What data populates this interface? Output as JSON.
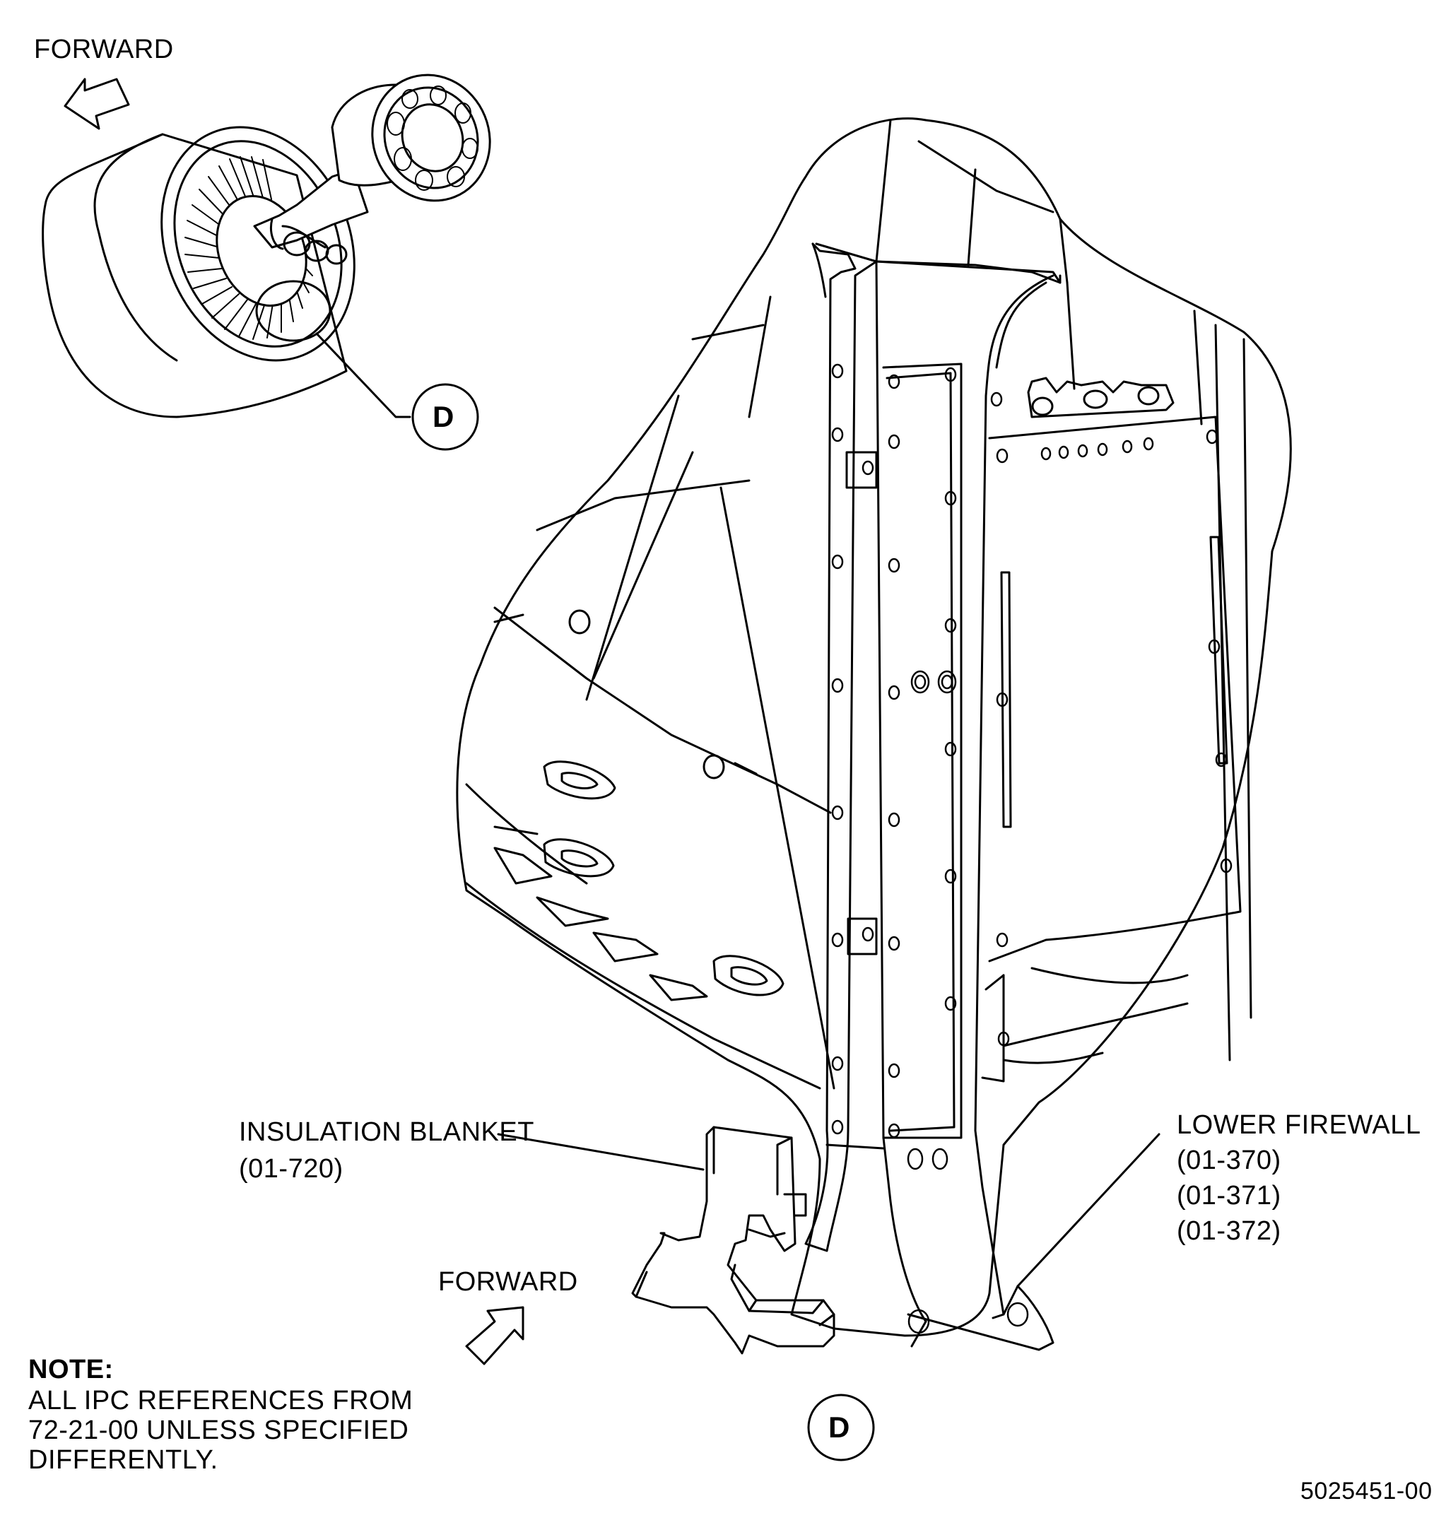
{
  "labels": {
    "forward_top": "FORWARD",
    "forward_bottom": "FORWARD",
    "callout_top": "D",
    "callout_bottom": "D",
    "insulation_blanket": "INSULATION BLANKET",
    "insulation_blanket_ref": "(01-720)",
    "lower_firewall": "LOWER FIREWALL",
    "lower_firewall_refs": [
      "(01-370)",
      "(01-371)",
      "(01-372)"
    ]
  },
  "note": {
    "title": "NOTE:",
    "lines": [
      "ALL IPC REFERENCES FROM",
      "72-21-00 UNLESS SPECIFIED",
      "DIFFERENTLY."
    ]
  },
  "figure_id": "5025451-00",
  "colors": {
    "ink": "#000000",
    "paper": "#ffffff"
  }
}
